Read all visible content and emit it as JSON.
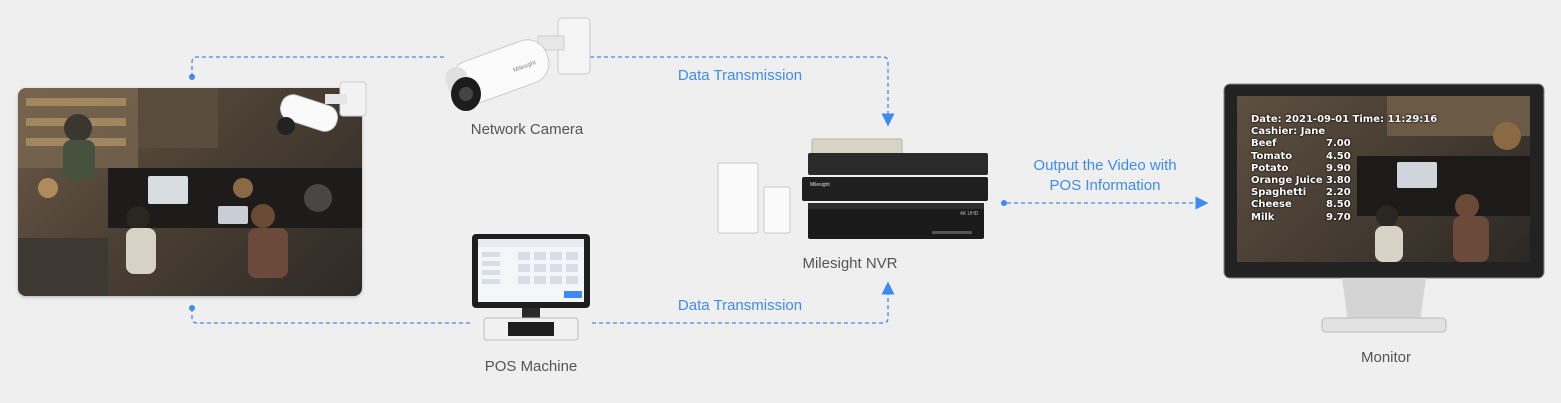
{
  "labels": {
    "network_camera": "Network Camera",
    "pos_machine": "POS Machine",
    "nvr": "Milesight NVR",
    "monitor": "Monitor"
  },
  "flows": {
    "top": "Data Transmission",
    "bottom": "Data Transmission",
    "output_line1": "Output the Video with",
    "output_line2": "POS Information"
  },
  "overlay": {
    "date_line": "Date: 2021-09-01  Time: 11:29:16",
    "cashier_line": "Cashier: Jane",
    "items": [
      {
        "name": "Beef",
        "price": "7.00"
      },
      {
        "name": "Tomato",
        "price": "4.50"
      },
      {
        "name": "Potato",
        "price": "9.90"
      },
      {
        "name": "Orange Juice",
        "price": "3.80"
      },
      {
        "name": "Spaghetti",
        "price": "2.20"
      },
      {
        "name": "Cheese",
        "price": "8.50"
      },
      {
        "name": "Milk",
        "price": "9.70"
      }
    ]
  },
  "device_marks": {
    "brand": "Milesight",
    "nvr_badge": "4K UHD"
  },
  "colors": {
    "background": "#efefef",
    "flow_line": "#3d8bf2",
    "label_text": "#555555"
  }
}
